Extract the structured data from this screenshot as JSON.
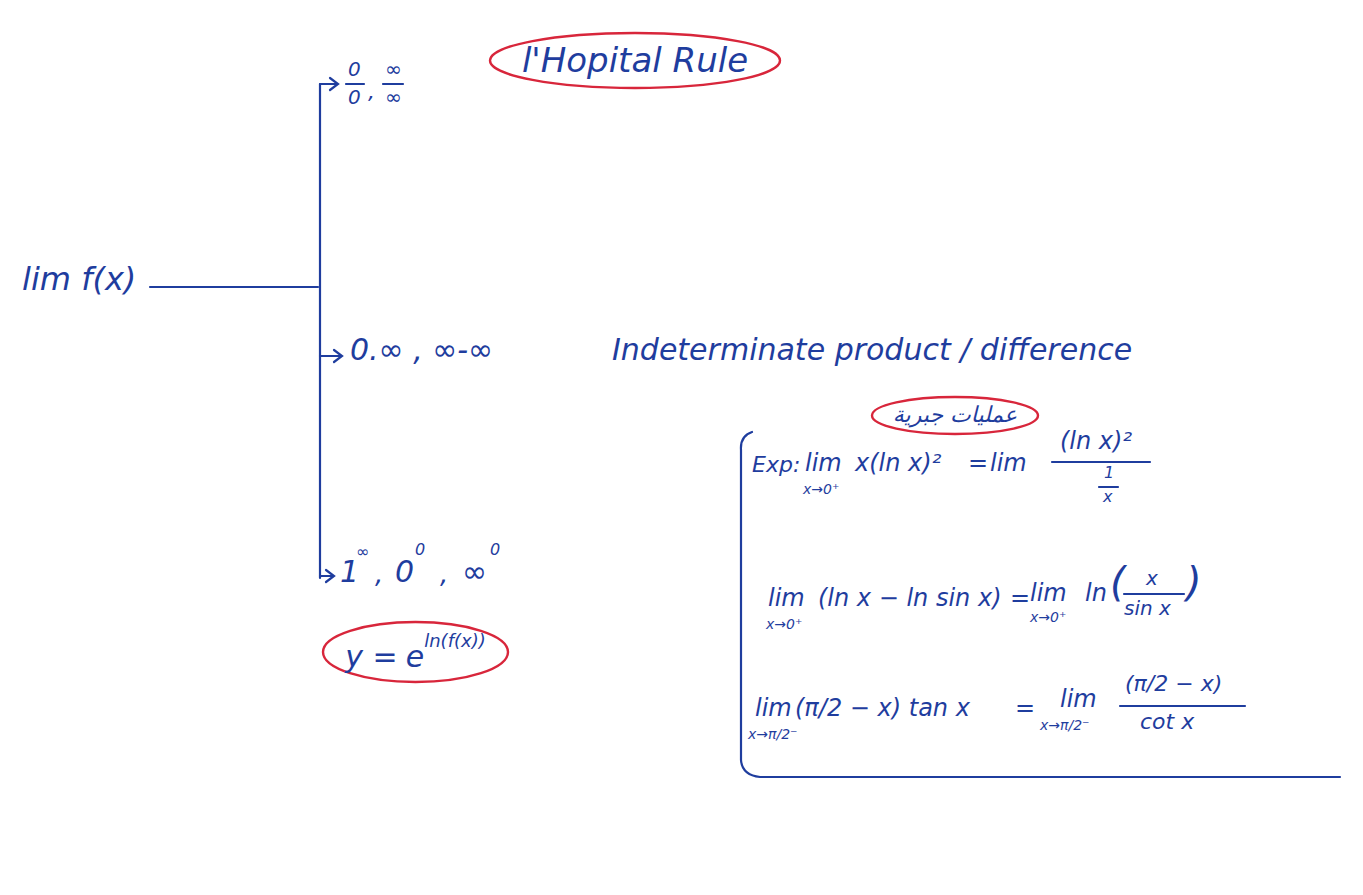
{
  "diagram": {
    "nodes": [
      {
        "text": [
          "l'Hopital Rule"
        ]
      },
      {
        "text": [
          "عمليات جبرية"
        ]
      },
      {
        "text": [
          "y =",
          "e",
          "ln(f(x))"
        ]
      }
    ],
    "labels": [
      "lim f(x)",
      "0",
      "0",
      ",",
      "∞",
      "∞",
      "0.∞ , ∞-∞",
      "Indeterminate product / difference",
      "1",
      "∞",
      ",",
      "0",
      "0",
      ",",
      "∞",
      "0",
      "Exp:",
      "lim",
      "x→0⁺",
      "x(ln x)²",
      "=",
      "lim",
      "(ln x)²",
      "1",
      "x",
      "lim",
      "x→0⁺",
      "(ln x − ln sin x)",
      "=",
      "lim",
      "x→0⁺",
      "ln",
      "(",
      "x",
      "sin x",
      ")",
      "lim",
      "x→π/2⁻",
      "(π/2 − x) tan x",
      "=",
      "lim",
      "x→π/2⁻",
      "(π/2 − x)",
      "cot x"
    ]
  }
}
